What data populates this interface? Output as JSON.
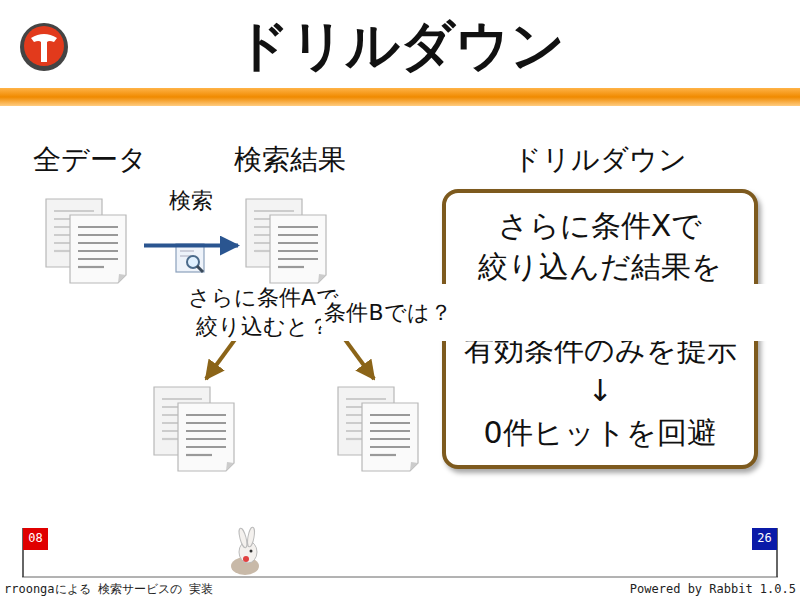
{
  "diagram": {
    "title": "ドリルダウン",
    "nodes": [
      {
        "text": [
          "全データ"
        ]
      },
      {
        "text": [
          "検索結果"
        ]
      },
      {
        "text": []
      },
      {
        "text": []
      },
      {
        "text": [
          "ドリルダウン",
          "さらに条件Xで 絞り込んだ結果を 先行して計算 有効条件のみを提示 ↓ 0件ヒットを回避"
        ]
      }
    ],
    "edges": [
      {
        "from": 0,
        "to": 1,
        "label": "検索",
        "arrow": "to"
      },
      {
        "from": 1,
        "to": 2,
        "label": "さらに条件Aで 絞り込むと？",
        "arrow": "to"
      },
      {
        "from": 1,
        "to": 3,
        "label": "条件Bでは？",
        "arrow": "to"
      }
    ],
    "labels": [
      "08",
      "26",
      "rroongaによる 検索サービスの 実装",
      "Powered by Rabbit 1.0.5"
    ]
  }
}
